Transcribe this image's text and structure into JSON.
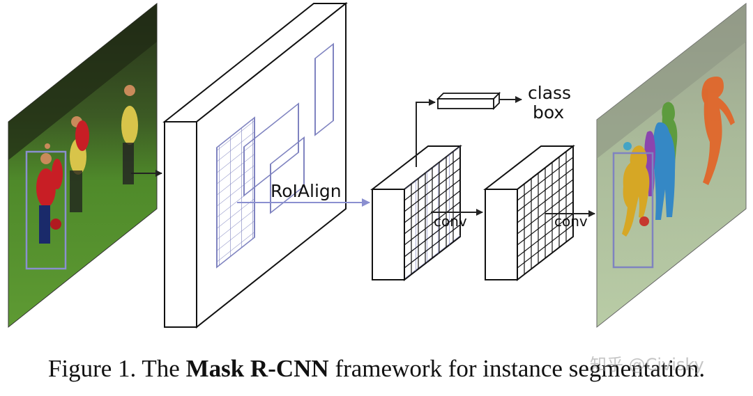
{
  "diagram": {
    "labels": {
      "roialign": "RoIAlign",
      "conv_1": "conv",
      "conv_2": "conv",
      "class": "class",
      "box": "box"
    },
    "colors": {
      "box_stroke": "#111111",
      "roi_blue": "#7f83c0",
      "arrow_blue": "#8a8fd0",
      "grass": "#4f8a2a",
      "sky_dark": "#26301a",
      "jersey_red": "#c81e25",
      "jersey_yellow": "#d8c44a",
      "mask_yellow": "#d9a61f",
      "mask_purple": "#8a3fb0",
      "mask_blue": "#2f86c8",
      "mask_green": "#5a9a3a",
      "mask_orange": "#e0662a"
    }
  },
  "caption": {
    "prefix": "Figure 1. The ",
    "bold": "Mask R-CNN",
    "suffix": " framework for instance segmentation."
  },
  "watermark": "知乎 @Civisky"
}
